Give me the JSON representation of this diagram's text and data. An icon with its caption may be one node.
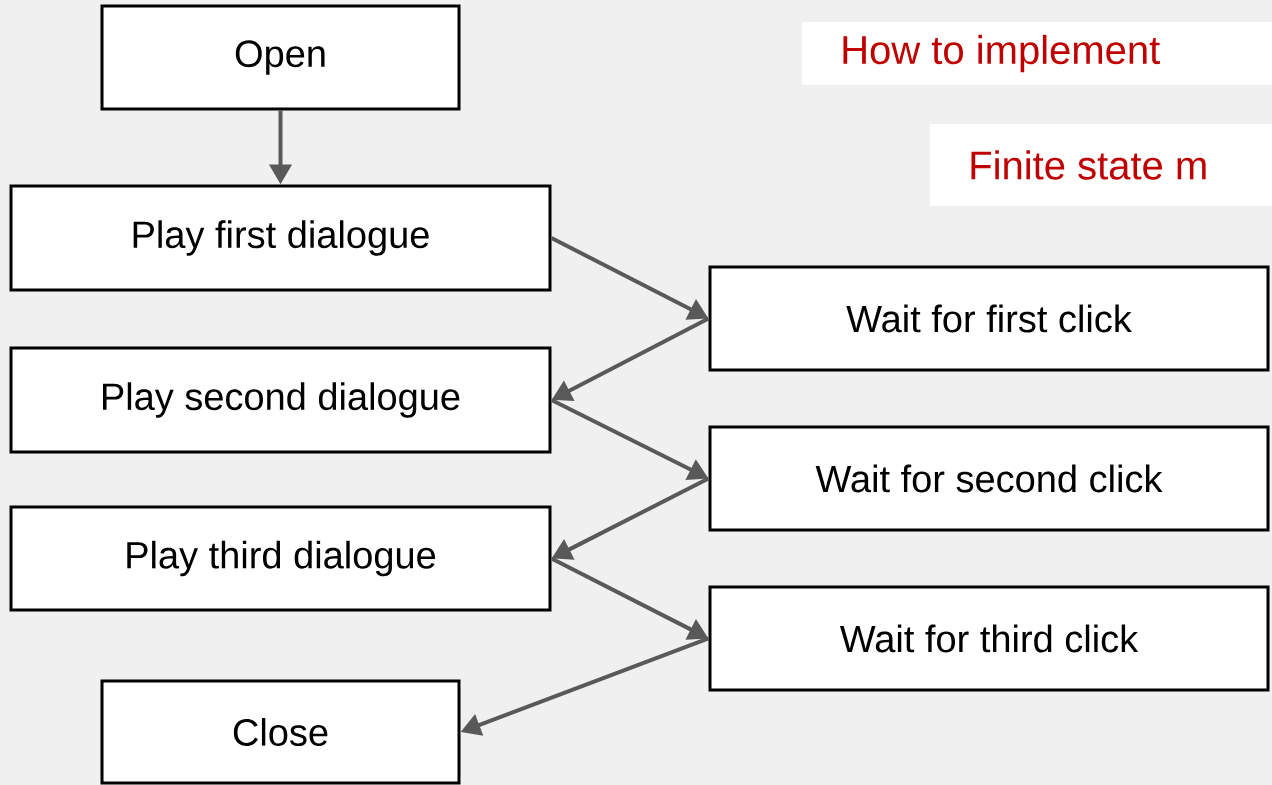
{
  "diagram": {
    "nodes": [
      {
        "text": [
          "Open"
        ]
      },
      {
        "text": [
          "Play first dialogue"
        ]
      },
      {
        "text": [
          "Wait for first click"
        ]
      },
      {
        "text": [
          "Play second dialogue"
        ]
      },
      {
        "text": [
          "Wait for second click"
        ]
      },
      {
        "text": [
          "Play third dialogue"
        ]
      },
      {
        "text": [
          "Wait for third click"
        ]
      },
      {
        "text": [
          "Close"
        ]
      }
    ],
    "edges": [
      {
        "from": 0,
        "to": 1,
        "arrow": "to"
      },
      {
        "from": 1,
        "to": 2,
        "arrow": "to"
      },
      {
        "from": 2,
        "to": 3,
        "arrow": "to"
      },
      {
        "from": 3,
        "to": 4,
        "arrow": "to"
      },
      {
        "from": 4,
        "to": 5,
        "arrow": "to"
      },
      {
        "from": 5,
        "to": 6,
        "arrow": "to"
      },
      {
        "from": 6,
        "to": 7,
        "arrow": "to"
      }
    ],
    "labels": [
      "How to implement",
      "Finite state m"
    ]
  }
}
